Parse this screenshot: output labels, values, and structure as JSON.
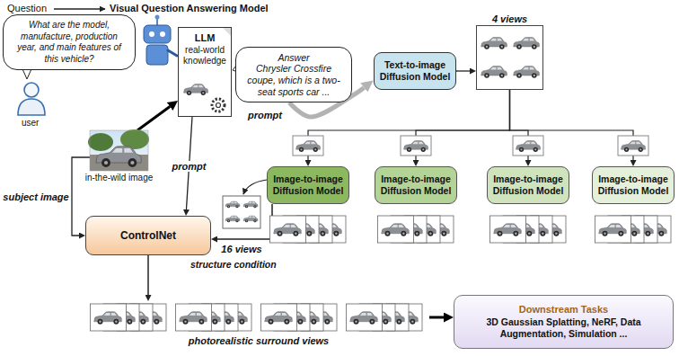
{
  "diagram": {
    "nodes": [
      {
        "text": [
          "What are the model, manufacture, production year, and main features of this vehicle?"
        ]
      },
      {
        "text": [
          "LLM",
          "real-world knowledge"
        ]
      },
      {
        "text": [
          "Answer",
          "Chrysler Crossfire coupe, which is a two-seat sports car ..."
        ]
      },
      {
        "text": [
          "Text-to-image Diffusion Model"
        ]
      },
      {
        "text": [
          "4 views"
        ]
      },
      {
        "text": [
          "in-the-wild image"
        ]
      },
      {
        "text": [
          "ControlNet"
        ]
      },
      {
        "text": [
          "Image-to-image Diffusion Model"
        ]
      },
      {
        "text": [
          "Image-to-image Diffusion Model"
        ]
      },
      {
        "text": [
          "Image-to-image Diffusion Model"
        ]
      },
      {
        "text": [
          "Image-to-image Diffusion Model"
        ]
      },
      {
        "text": [
          "photorealistic surround views"
        ]
      },
      {
        "text": [
          "Downstream Tasks",
          "3D Gaussian Splatting, NeRF, Data Augmentation, Simulation ..."
        ]
      }
    ],
    "edges": [
      {
        "from": 5,
        "to": 1,
        "arrow": "to"
      },
      {
        "from": 1,
        "to": 6,
        "label": "prompt",
        "arrow": "to"
      },
      {
        "from": 2,
        "to": 3,
        "label": "prompt",
        "arrow": "to"
      },
      {
        "from": 3,
        "to": 4,
        "arrow": "to"
      },
      {
        "from": 4,
        "to": 7,
        "arrow": "to"
      },
      {
        "from": 4,
        "to": 8,
        "arrow": "to"
      },
      {
        "from": 4,
        "to": 9,
        "arrow": "to"
      },
      {
        "from": 4,
        "to": 10,
        "arrow": "to"
      },
      {
        "from": 7,
        "to": 6,
        "label": "16 views",
        "arrow": "to"
      },
      {
        "from": 5,
        "to": 6,
        "label": "subject image",
        "arrow": "to"
      },
      {
        "from": 6,
        "to": 11,
        "arrow": "to"
      },
      {
        "from": 11,
        "to": 12,
        "arrow": "to"
      }
    ],
    "labels": [
      "Question",
      "Visual Question Answering Model",
      "user",
      "structure condition"
    ]
  }
}
